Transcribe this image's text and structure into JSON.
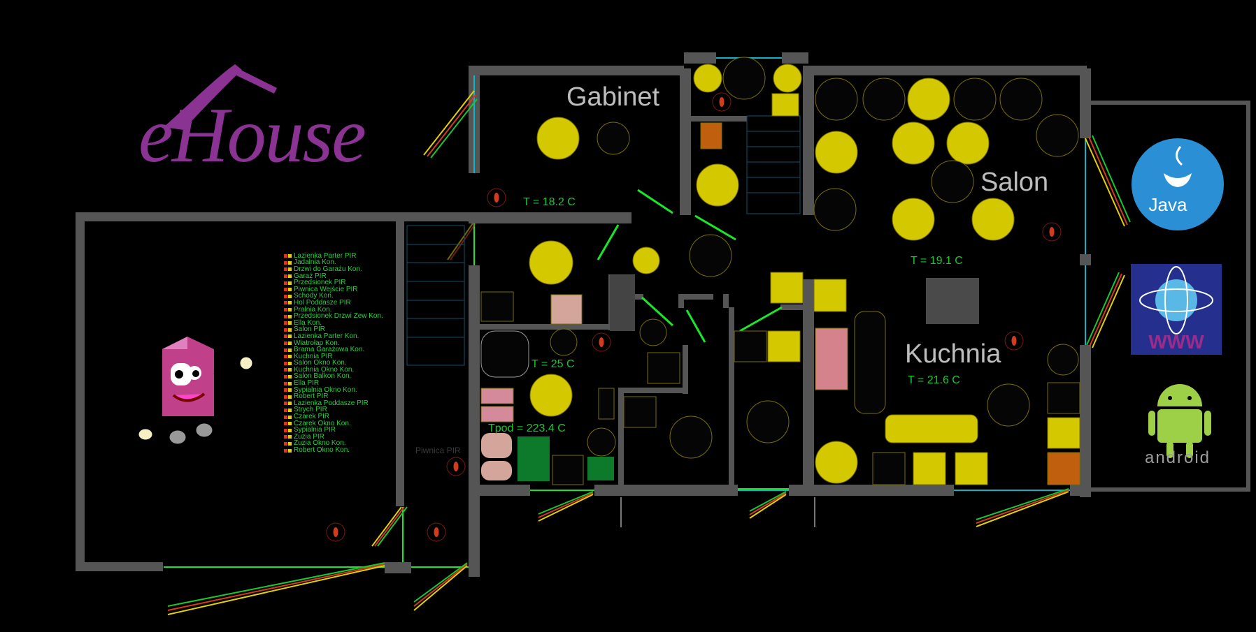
{
  "logo": {
    "text": "eHouse"
  },
  "rooms": {
    "gabinet": "Gabinet",
    "salon": "Salon",
    "kuchnia": "Kuchnia"
  },
  "temps": {
    "gabinet": "T = 18.2 C",
    "salon": "T = 19.1 C",
    "kuchnia": "T = 21.6 C",
    "lazienka": "T = 25 C",
    "tpod": "Tpod = 223.4 C"
  },
  "piwnica_label": "Piwnica PIR",
  "sensors": [
    "Lazienka Parter PIR",
    "Jadalnia Kon.",
    "Drzwi do Garażu Kon.",
    "Garaż PIR",
    "Przedsionek PIR",
    "Piwnica Wejście PIR",
    "Schody Kon.",
    "Hol Poddasze PIR",
    "Pralnia Kon.",
    "Przedsionek Drzwi Zew Kon.",
    "Ella Kon.",
    "Salon PIR",
    "Lazienka Parter Kon.",
    "Wiatrołap Kon.",
    "Brama Garażowa Kon.",
    "Kuchnia PIR",
    "Salon Okno Kon.",
    "Kuchnia Okno Kon.",
    "Salon Balkon Kon.",
    "Ella PIR",
    "Sypialnia Okno Kon.",
    "Robert PIR",
    "Lazienka Poddasze PIR",
    "Strych PIR",
    "Czarek PIR",
    "Czarek Okno Kon.",
    "Sypialnia PIR",
    "Zuzia PIR",
    "Zuzia Okno Kon.",
    "Robert Okno Kon."
  ],
  "platforms": {
    "java": "Java",
    "www": "WWW",
    "android": "android"
  },
  "colors": {
    "wall": "#555555",
    "light_on": "#d4c800",
    "light_off": "#050505",
    "sensor_ok": "#18c832",
    "accent": "#8a3393"
  }
}
